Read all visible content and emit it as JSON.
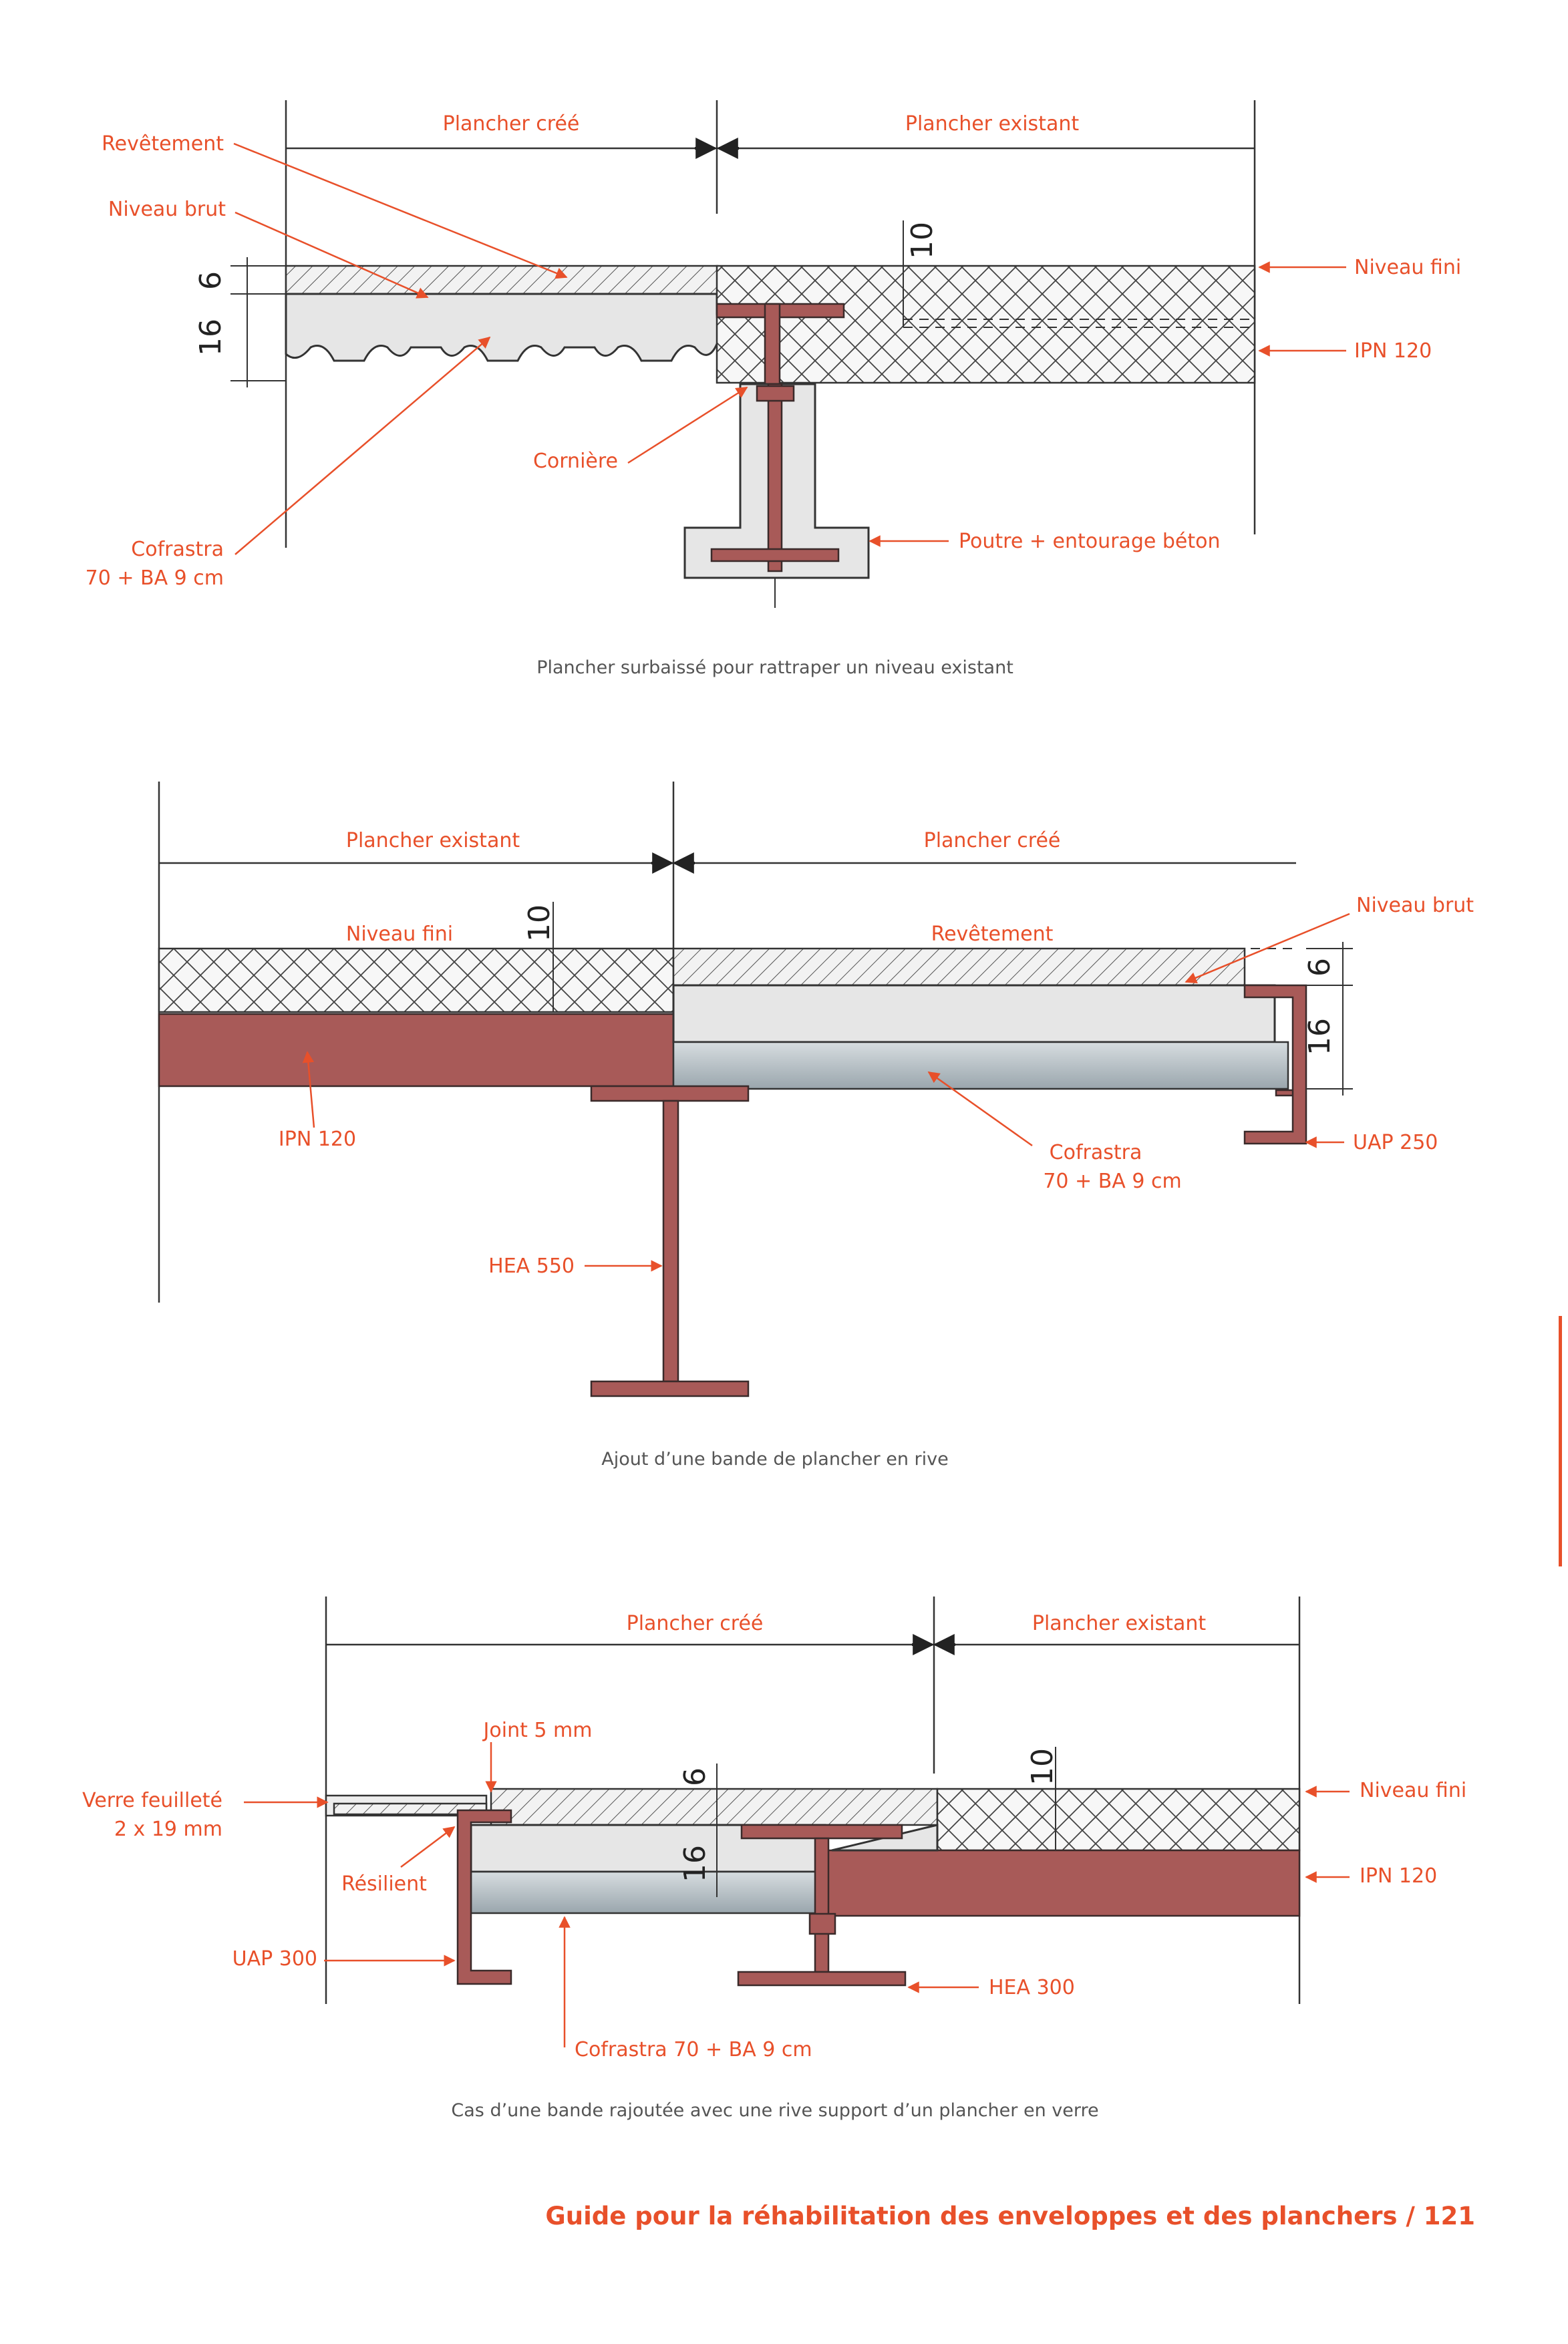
{
  "diagrams": [
    {
      "id": "d1",
      "caption": "Plancher surbaissé pour rattraper un niveau existant",
      "labels": {
        "left_span": "Plancher créé",
        "right_span": "Plancher existant",
        "revetement": "Revêtement",
        "niveau_brut": "Niveau brut",
        "niveau_fini": "Niveau fini",
        "ipn": "IPN 120",
        "corniere": "Cornière",
        "poutre": "Poutre + entourage béton",
        "cofrastra_1": "Cofrastra",
        "cofrastra_2": "70 + BA 9 cm",
        "dim_6": "6",
        "dim_16": "16",
        "dim_10": "10"
      }
    },
    {
      "id": "d2",
      "caption": "Ajout d’une bande de plancher en rive",
      "labels": {
        "left_span": "Plancher existant",
        "right_span": "Plancher créé",
        "niveau_fini": "Niveau fini",
        "revetement": "Revêtement",
        "niveau_brut": "Niveau brut",
        "ipn": "IPN 120",
        "cofrastra_1": "Cofrastra",
        "cofrastra_2": "70 + BA 9 cm",
        "uap": "UAP 250",
        "hea": "HEA 550",
        "dim_6": "6",
        "dim_16": "16",
        "dim_10": "10"
      }
    },
    {
      "id": "d3",
      "caption": "Cas d’une bande rajoutée avec une rive support d’un plancher en verre",
      "labels": {
        "left_span": "Plancher créé",
        "right_span": "Plancher existant",
        "joint": "Joint 5 mm",
        "verre_1": "Verre feuilleté",
        "verre_2": "2 x 19 mm",
        "resilient": "Résilient",
        "niveau_fini": "Niveau fini",
        "ipn": "IPN 120",
        "uap": "UAP 300",
        "hea": "HEA 300",
        "cofrastra": "Cofrastra 70 + BA 9 cm",
        "dim_6": "6",
        "dim_16": "16",
        "dim_10": "10"
      }
    }
  ],
  "footer": {
    "title": "Guide pour la réhabilitation des enveloppes et des planchers",
    "separator": "/",
    "page": "121"
  },
  "colors": {
    "accent": "#e8502a",
    "steel": "#a85a58",
    "concrete": "#e6e6e6"
  }
}
